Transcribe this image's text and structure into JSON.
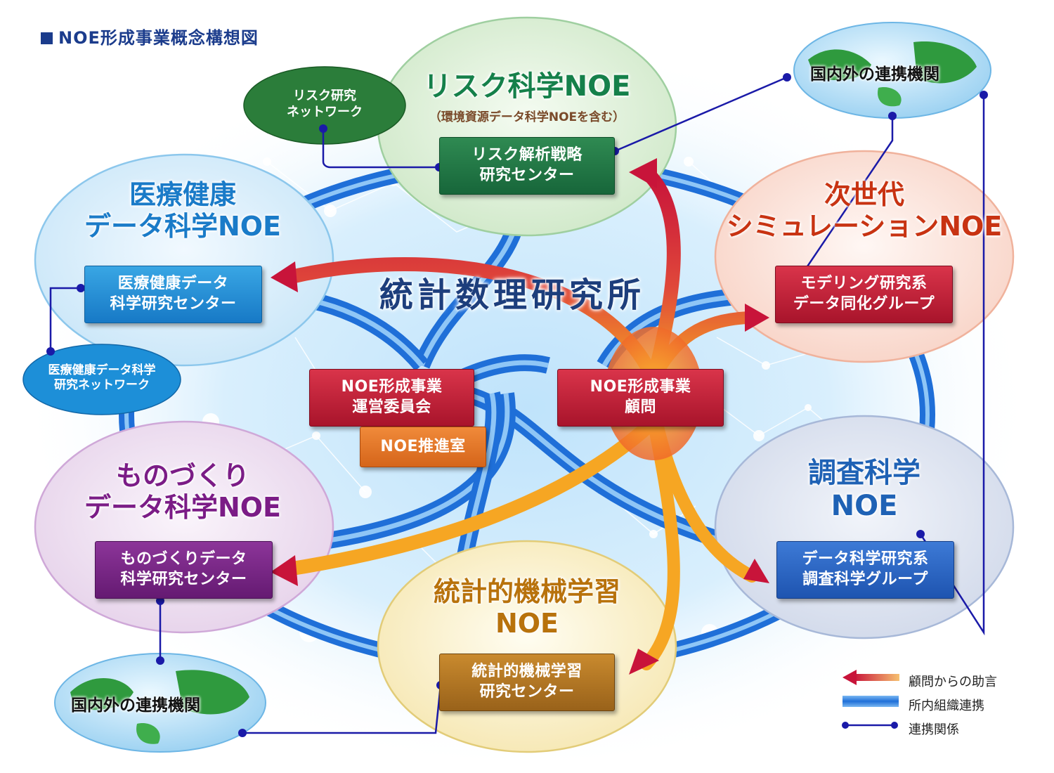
{
  "title": "NOE形成事業概念構想図",
  "center": {
    "name": "統計数理研究所"
  },
  "noes": {
    "risk": {
      "title": "リスク科学NOE",
      "subtitle": "（環境資源データ科学NOEを含む）",
      "center_lines": [
        "リスク解析戦略",
        "研究センター"
      ]
    },
    "medical": {
      "title_lines": [
        "医療健康",
        "データ科学NOE"
      ],
      "center_lines": [
        "医療健康データ",
        "科学研究センター"
      ]
    },
    "simulation": {
      "title_lines": [
        "次世代",
        "シミュレーションNOE"
      ],
      "center_lines": [
        "モデリング研究系",
        "データ同化グループ"
      ]
    },
    "monozukuri": {
      "title_lines": [
        "ものづくり",
        "データ科学NOE"
      ],
      "center_lines": [
        "ものづくりデータ",
        "科学研究センター"
      ]
    },
    "survey": {
      "title_lines": [
        "調査科学",
        "NOE"
      ],
      "center_lines": [
        "データ科学研究系",
        "調査科学グループ"
      ]
    },
    "ml": {
      "title_lines": [
        "統計的機械学習",
        "NOE"
      ],
      "center_lines": [
        "統計的機械学習",
        "研究センター"
      ]
    }
  },
  "core": {
    "committee_lines": [
      "NOE形成事業",
      "運営委員会"
    ],
    "promotion_office": "NOE推進室",
    "advisor_lines": [
      "NOE形成事業",
      "顧問"
    ]
  },
  "networks": {
    "risk_network_lines": [
      "リスク研究",
      "ネットワーク"
    ],
    "medical_network_lines": [
      "医療健康データ科学",
      "研究ネットワーク"
    ]
  },
  "partners": {
    "top_right": "国内外の連携機関",
    "bottom_left": "国内外の連携機関"
  },
  "legend": [
    {
      "label": "顧問からの助言",
      "kind": "gradient-arrow"
    },
    {
      "label": "所内組織連携",
      "kind": "blue-band"
    },
    {
      "label": "連携関係",
      "kind": "dot-line"
    }
  ],
  "colors": {
    "title_navy": "#1b3c8c",
    "advice_arrow_red": "#c8143a",
    "advice_arrow_orange": "#f6a623",
    "link_band_blue": "#1f6fd8",
    "relation_line_navy": "#1a1aa8"
  }
}
